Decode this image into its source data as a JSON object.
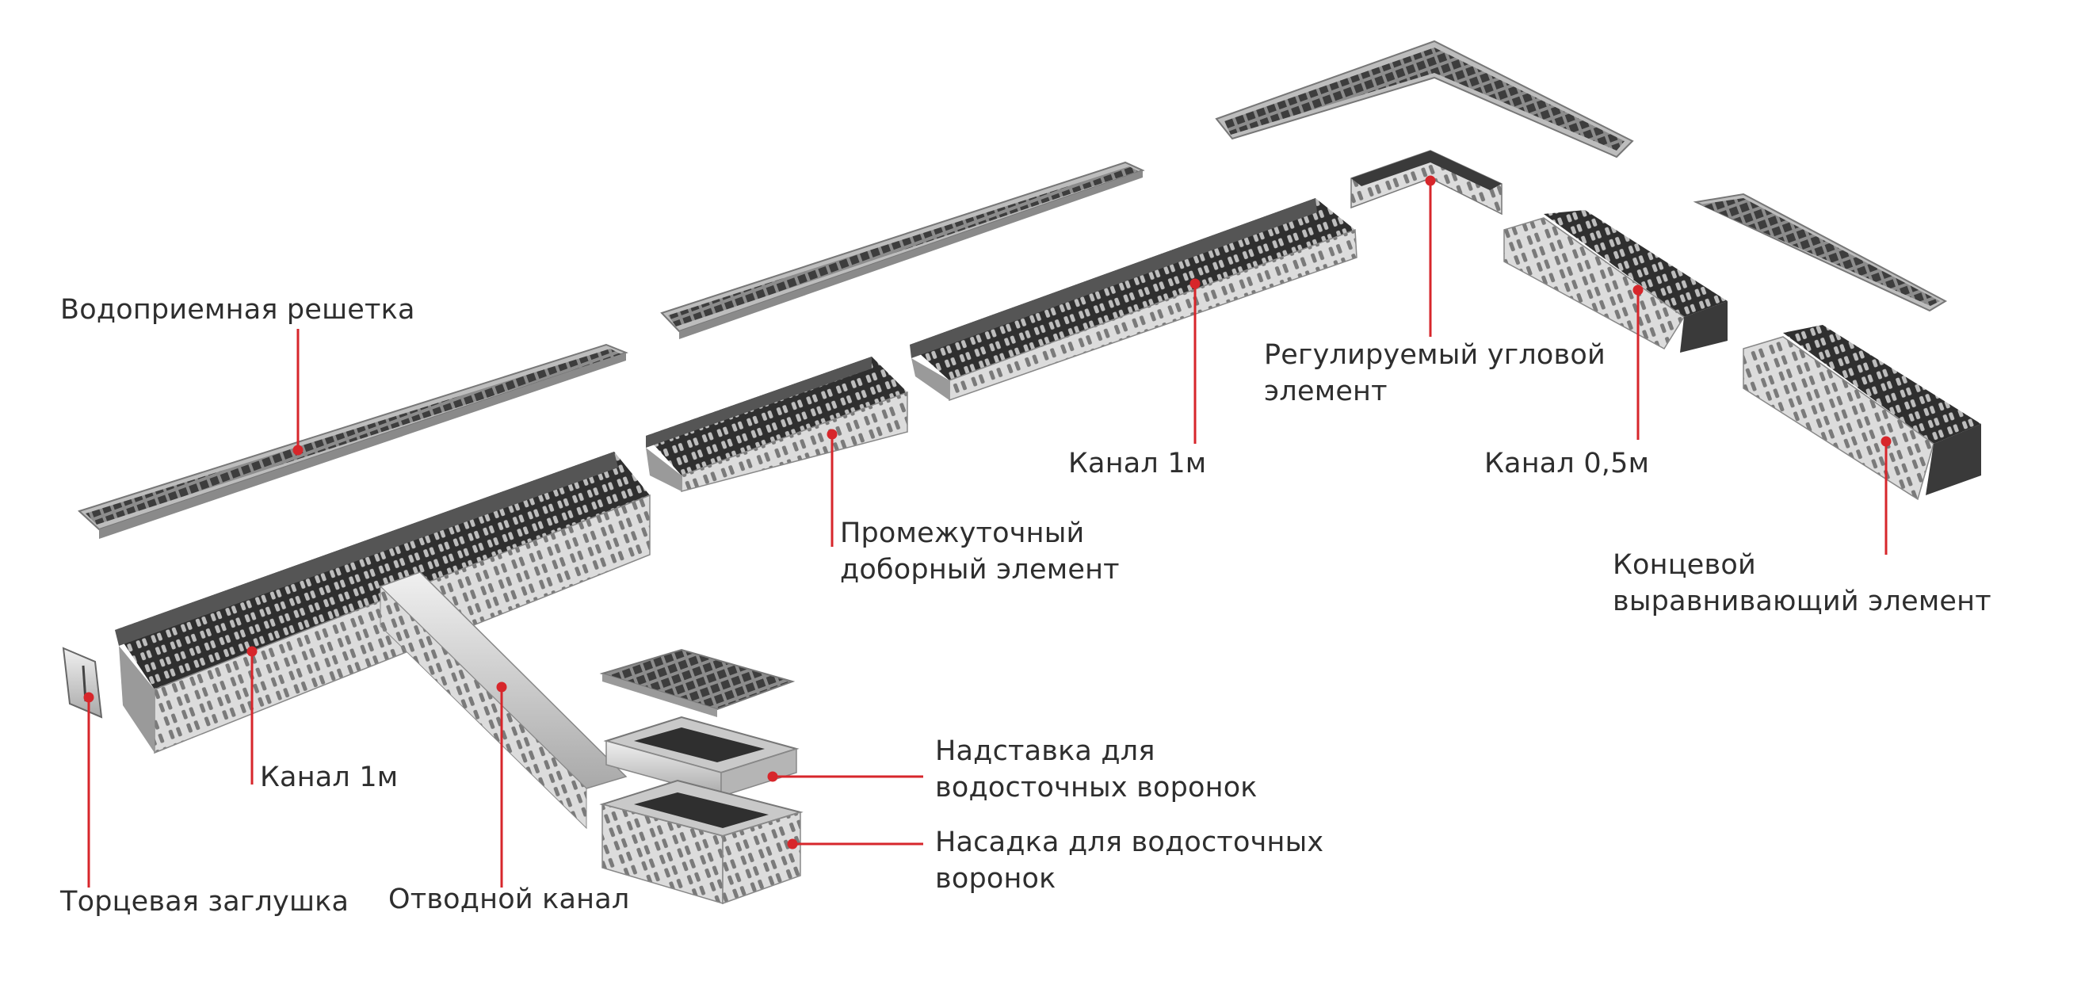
{
  "colors": {
    "leader": "#d7262b",
    "label_text": "#2e2e2e",
    "steel_light": "#d9d9d9",
    "steel_mid": "#a8a8a8",
    "steel_dark": "#3a3a3a"
  },
  "labels": {
    "vodopriemnaya_reshetka": [
      "Водоприемная решетка"
    ],
    "kanal_1m_left": [
      "Канал 1м"
    ],
    "tortsevaya_zaglushka": [
      "Торцевая заглушка"
    ],
    "otvodnoy_kanal": [
      "Отводной канал"
    ],
    "promezhutochny": [
      "Промежуточный",
      "доборный элемент"
    ],
    "kanal_1m_center": [
      "Канал 1м"
    ],
    "reguliruemy": [
      "Регулируемый угловой",
      "элемент"
    ],
    "kanal_05m": [
      "Канал 0,5м"
    ],
    "kontsevoy": [
      "Концевой",
      "выравнивающий элемент"
    ],
    "nadstavka": [
      "Надставка для",
      "водосточных воронок"
    ],
    "nasadka": [
      "Насадка для водосточных",
      "воронок"
    ]
  }
}
